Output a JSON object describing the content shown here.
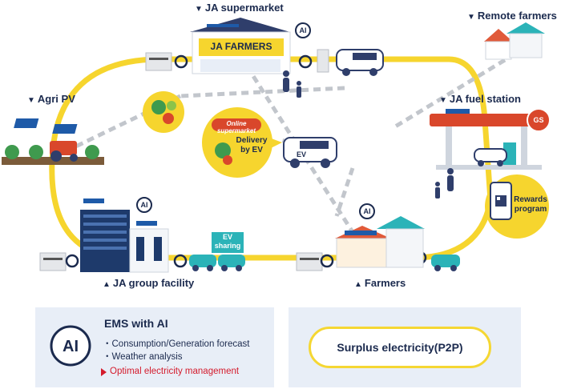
{
  "labels": {
    "ja_supermarket": "JA supermarket",
    "remote_farmers": "Remote farmers",
    "agri_pv": "Agri PV",
    "ja_fuel_station": "JA fuel station",
    "ja_group_facility": "JA group facility",
    "farmers": "Farmers"
  },
  "signs": {
    "ja_farmers": "JA FARMERS",
    "gs": "GS",
    "ev_sharing_top": "EV",
    "ev_sharing_bottom": "sharing",
    "ev_van": "EV"
  },
  "bubble": {
    "tag": "Online supermarket",
    "text": "Delivery by EV"
  },
  "rewards": {
    "text": "Rewards program"
  },
  "ems": {
    "title": "EMS with AI",
    "items": [
      "・Consumption/Generation forecast",
      "・Weather analysis"
    ],
    "highlight": "Optimal electricity management"
  },
  "p2p": {
    "label": "Surplus electricity(P2P)"
  },
  "ai_badge": "AI",
  "colors": {
    "loop": "#f6d52e",
    "navy": "#1b2a4e",
    "teal": "#2bb3b8",
    "red": "#d41b2c",
    "panel": "#e8eef7"
  }
}
